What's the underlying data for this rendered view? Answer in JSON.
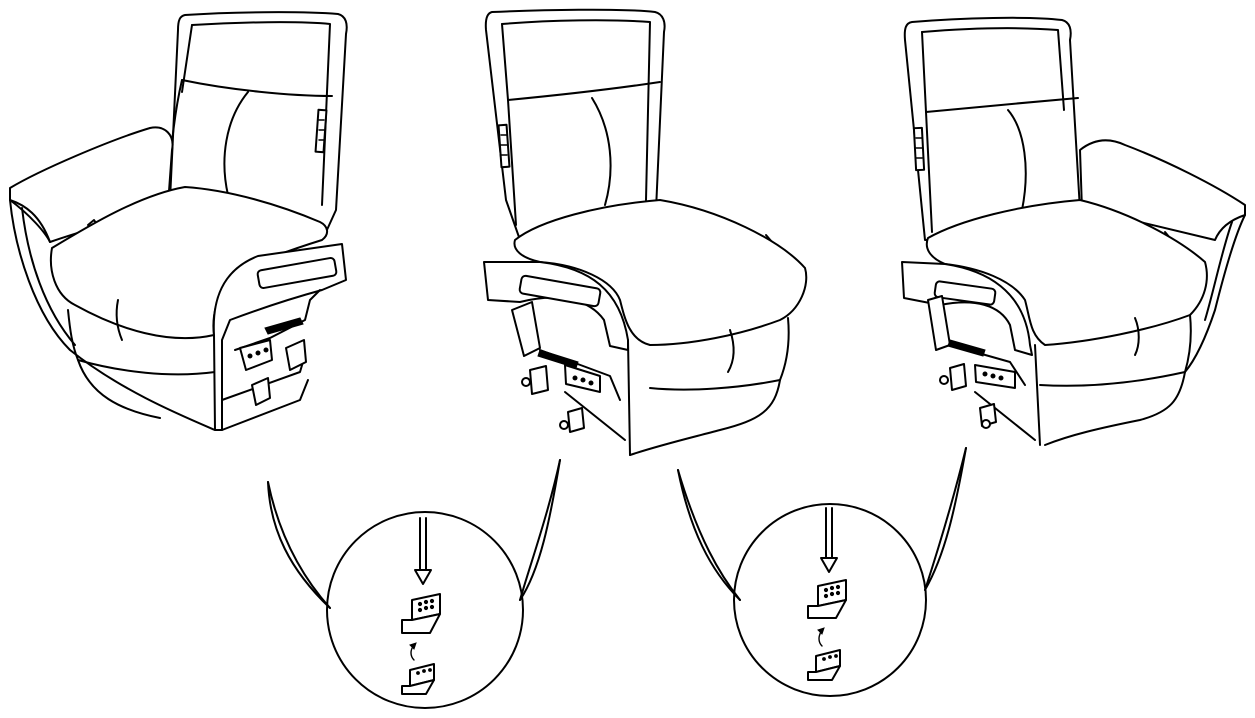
{
  "figure": {
    "background": "#ffffff",
    "line_color": "#000000",
    "modules": [
      {
        "id": "left-arm-recliner",
        "icon": "recliner-left-arm-icon"
      },
      {
        "id": "armless-recliner",
        "icon": "recliner-armless-icon"
      },
      {
        "id": "right-arm-recliner",
        "icon": "recliner-right-arm-icon"
      }
    ],
    "callouts": [
      {
        "id": "connector-callout-1",
        "icon": "bracket-connect-icon",
        "shows": "down-arrow-icon"
      },
      {
        "id": "connector-callout-2",
        "icon": "bracket-connect-icon",
        "shows": "down-arrow-icon"
      }
    ]
  }
}
